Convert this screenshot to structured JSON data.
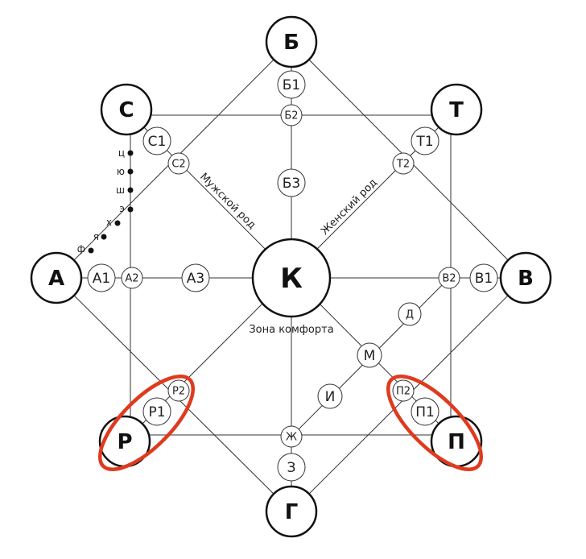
{
  "nodes": {
    "B": "Б",
    "S": "С",
    "T": "Т",
    "A": "А",
    "K": "К",
    "V": "В",
    "R": "Р",
    "P": "П",
    "G": "Г",
    "B1": "Б1",
    "B2": "Б2",
    "B3": "Б3",
    "S1": "С1",
    "S2": "С2",
    "T1": "Т1",
    "T2": "Т2",
    "A1": "А1",
    "A2": "А2",
    "A3": "А3",
    "V1": "В1",
    "V2": "В2",
    "R1": "Р1",
    "R2": "Р2",
    "P1": "П1",
    "P2": "П2",
    "Z": "З",
    "Zh": "Ж",
    "D": "Д",
    "M": "М",
    "I": "И"
  },
  "labels": {
    "male": "Мужской род",
    "female": "Женский род",
    "comfort": "Зона комфорта"
  },
  "dots": [
    "ц",
    "ю",
    "ш",
    "э",
    "х",
    "я",
    "ф"
  ],
  "colors": {
    "highlight": "#e03a1e"
  }
}
